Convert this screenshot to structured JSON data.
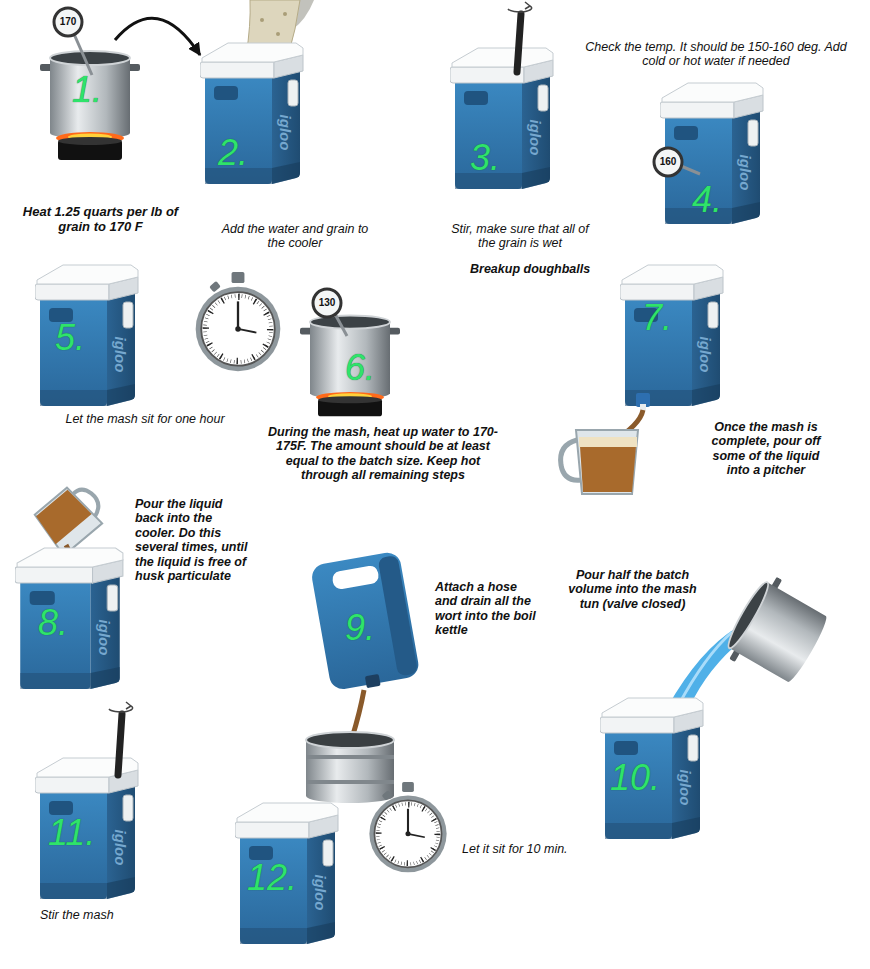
{
  "diagram": {
    "nodes": [
      {
        "text": [
          "1.",
          "Heat 1.25 quarts per lb of grain to 170 F"
        ]
      },
      {
        "text": [
          "2.",
          "Add the water and grain to the cooler"
        ]
      },
      {
        "text": [
          "3.",
          "Stir, make sure that all of the grain is wet",
          "Breakup doughballs"
        ]
      },
      {
        "text": [
          "4.",
          "Check the temp. It should be 150-160 deg. Add cold or hot water if needed"
        ]
      },
      {
        "text": [
          "5.",
          "Let the mash sit for one hour"
        ]
      },
      {
        "text": [
          "6.",
          "During the mash, heat up water to 170-175F. The amount should be at least equal to the batch size. Keep hot through all remaining steps"
        ]
      },
      {
        "text": [
          "7.",
          "Once the mash is complete, pour off some of the liquid into a pitcher"
        ]
      },
      {
        "text": [
          "8.",
          "Pour the liquid back into the cooler. Do this several times, until the liquid is free of husk particulate"
        ]
      },
      {
        "text": [
          "9.",
          "Attach a hose and drain all the wort into the boil kettle"
        ]
      },
      {
        "text": [
          "10.",
          "Pour half the batch volume into the mash tun (valve closed)"
        ]
      },
      {
        "text": [
          "11.",
          "Stir the mash"
        ]
      },
      {
        "text": [
          "12.",
          "Let it sit for 10 min."
        ]
      }
    ],
    "edges": [
      {
        "from": 0,
        "to": 1,
        "arrow": "to"
      }
    ],
    "labels": [
      "170",
      "igloo",
      "igloo",
      "160",
      "igloo",
      "igloo",
      "130",
      "igloo",
      "igloo",
      "igloo",
      "igloo",
      "igloo"
    ]
  }
}
